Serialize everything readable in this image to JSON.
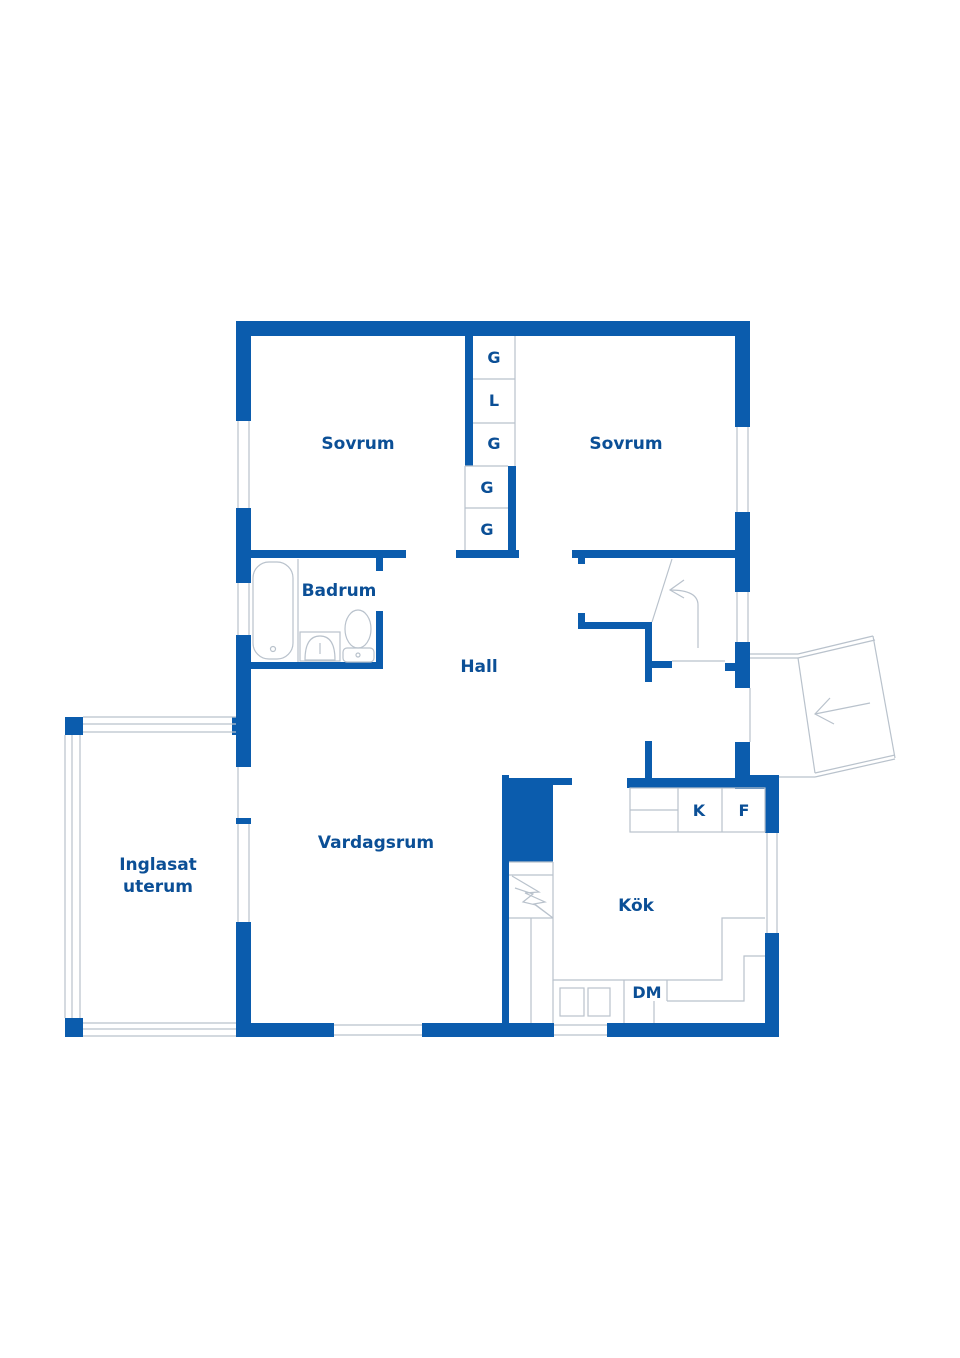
{
  "floorplan": {
    "wall_color": "#0b5cad",
    "label_color": "#0b4f96",
    "line_color": "#b9c2cc",
    "rooms": {
      "sovrum_left": "Sovrum",
      "sovrum_right": "Sovrum",
      "badrum": "Badrum",
      "hall": "Hall",
      "vardagsrum": "Vardagsrum",
      "inglasat_line1": "Inglasat",
      "inglasat_line2": "uterum",
      "kok": "Kök"
    },
    "closets": [
      "G",
      "L",
      "G",
      "G",
      "G"
    ],
    "appliances": {
      "kyl": "K",
      "frys": "F",
      "diskmaskin": "DM"
    },
    "icons": [
      "bathtub-icon",
      "sink-icon",
      "toilet-icon",
      "door-swing-arrow-icon",
      "entrance-arrow-icon",
      "stove-icon",
      "chimney-icon"
    ]
  }
}
